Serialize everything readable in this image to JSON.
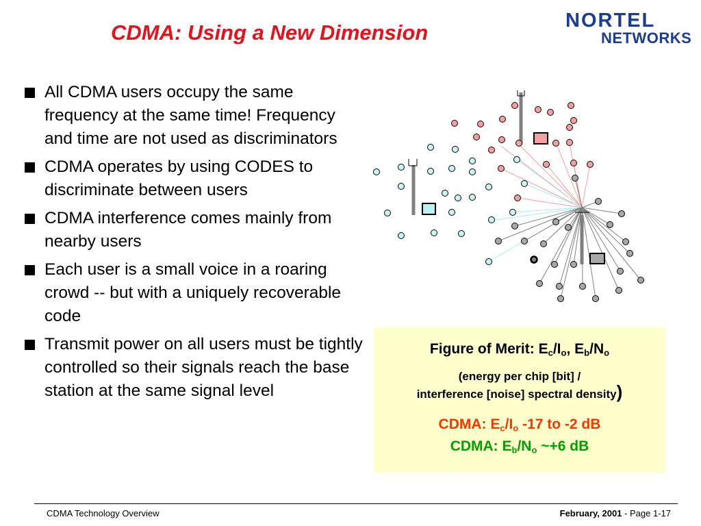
{
  "title": "CDMA: Using a New Dimension",
  "logo": {
    "line1": "NORTEL",
    "line2": "NETWORKS"
  },
  "bullets": [
    "All CDMA users occupy the same frequency at the same time! Frequency and time are not used as discriminators",
    "CDMA operates by using CODES to discriminate between users",
    "CDMA interference comes mainly from nearby users",
    "Each user is a small voice in a roaring crowd -- but with a uniquely recoverable code",
    "Transmit power on all users must be tightly controlled so their signals reach the base station at the same signal level"
  ],
  "figure_of_merit": {
    "heading_prefix": "Figure of Merit: E",
    "heading_c": "c",
    "heading_slash_i": "/I",
    "heading_o": "o",
    "heading_sep": ", E",
    "heading_b": "b",
    "heading_slash_n": "/N",
    "heading_o2": "o",
    "line1": "(energy per chip [bit] /",
    "line2": "interference [noise] spectral density",
    "line2_close": ")",
    "r1_prefix": "CDMA: E",
    "r1_c": "c",
    "r1_slash": "/I",
    "r1_o": "o",
    "r1_value": " -17 to -2 dB",
    "r2_prefix": "CDMA: E",
    "r2_b": "b",
    "r2_slash": "/N",
    "r2_o": "o",
    "r2_value": " ~+6 dB"
  },
  "colors": {
    "title": "#e8101a",
    "logo": "#1b3c95",
    "box_bg": "#ffffcc",
    "r1": "#ff3300",
    "r2": "#00a000",
    "red_user": "#f4a0a0",
    "cyan_user": "#c8f4f4",
    "gray_user": "#a8a8a8"
  },
  "footer": {
    "left": "CDMA Technology Overview",
    "date": "February, 2001",
    "sep": " -  ",
    "page": "Page 1-17"
  }
}
